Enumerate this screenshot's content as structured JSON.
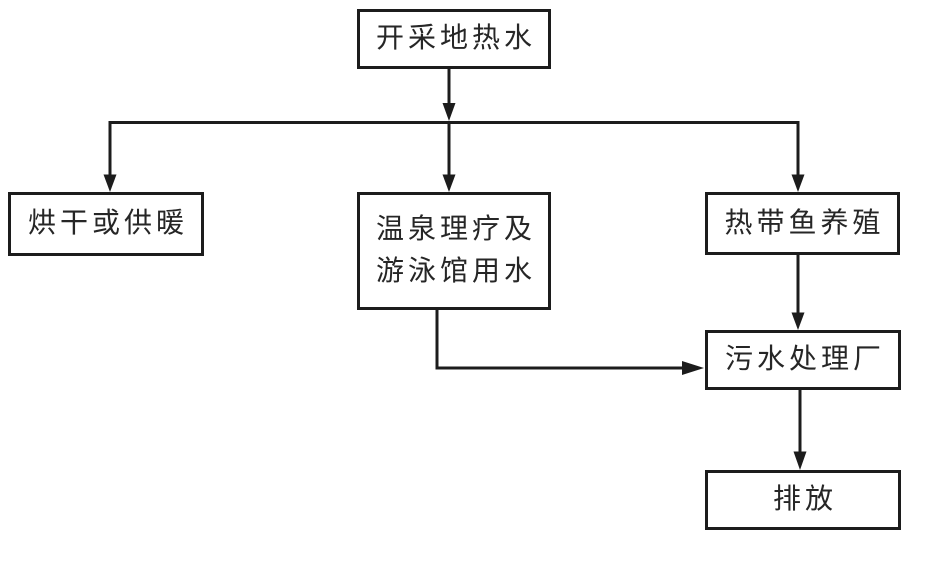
{
  "diagram": {
    "type": "flowchart",
    "nodes": [
      {
        "id": "extract",
        "label": "开采地热水"
      },
      {
        "id": "drying",
        "label": "烘干或供暖"
      },
      {
        "id": "spa",
        "label_lines": [
          "温泉理疗及",
          "游泳馆用水"
        ]
      },
      {
        "id": "fish",
        "label": "热带鱼养殖"
      },
      {
        "id": "sewage",
        "label": "污水处理厂"
      },
      {
        "id": "discharge",
        "label": "排放"
      }
    ],
    "edges": [
      {
        "from": "extract",
        "to": "drying"
      },
      {
        "from": "extract",
        "to": "spa"
      },
      {
        "from": "extract",
        "to": "fish"
      },
      {
        "from": "spa",
        "to": "sewage"
      },
      {
        "from": "fish",
        "to": "sewage"
      },
      {
        "from": "sewage",
        "to": "discharge"
      }
    ],
    "colors": {
      "line": "#1c1c1c",
      "box_border": "#1c1c1c",
      "text": "#262626",
      "background": "#ffffff"
    }
  }
}
